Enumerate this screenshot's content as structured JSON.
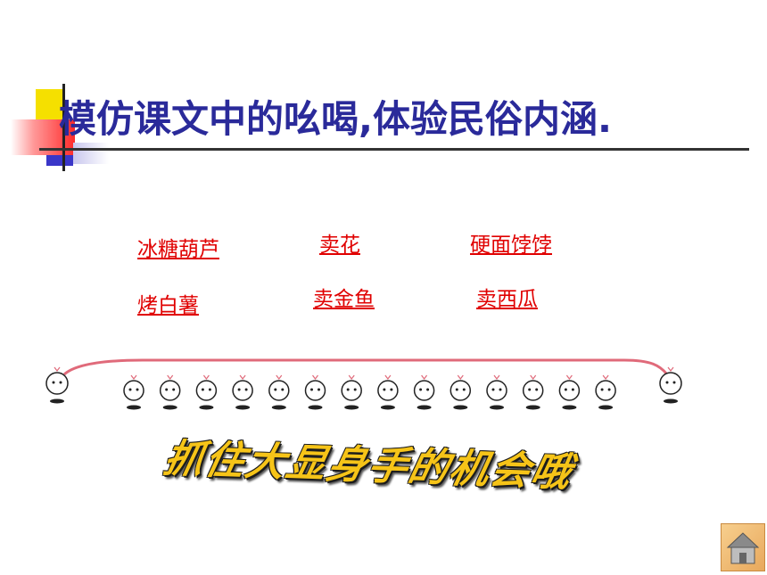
{
  "slide": {
    "title": "模仿课文中的吆喝,体验民俗内涵.",
    "links": [
      {
        "label": "冰糖葫芦"
      },
      {
        "label": "卖花"
      },
      {
        "label": "硬面饽饽"
      },
      {
        "label": "烤白薯"
      },
      {
        "label": "卖金鱼"
      },
      {
        "label": "卖西瓜"
      }
    ],
    "slogan": "抓住大显身手的机会哦",
    "home_icon": "home-icon",
    "colors": {
      "title": "#2a2a9a",
      "link": "#e00000",
      "slogan": "#f6c418",
      "rope": "#e06a7a"
    }
  }
}
